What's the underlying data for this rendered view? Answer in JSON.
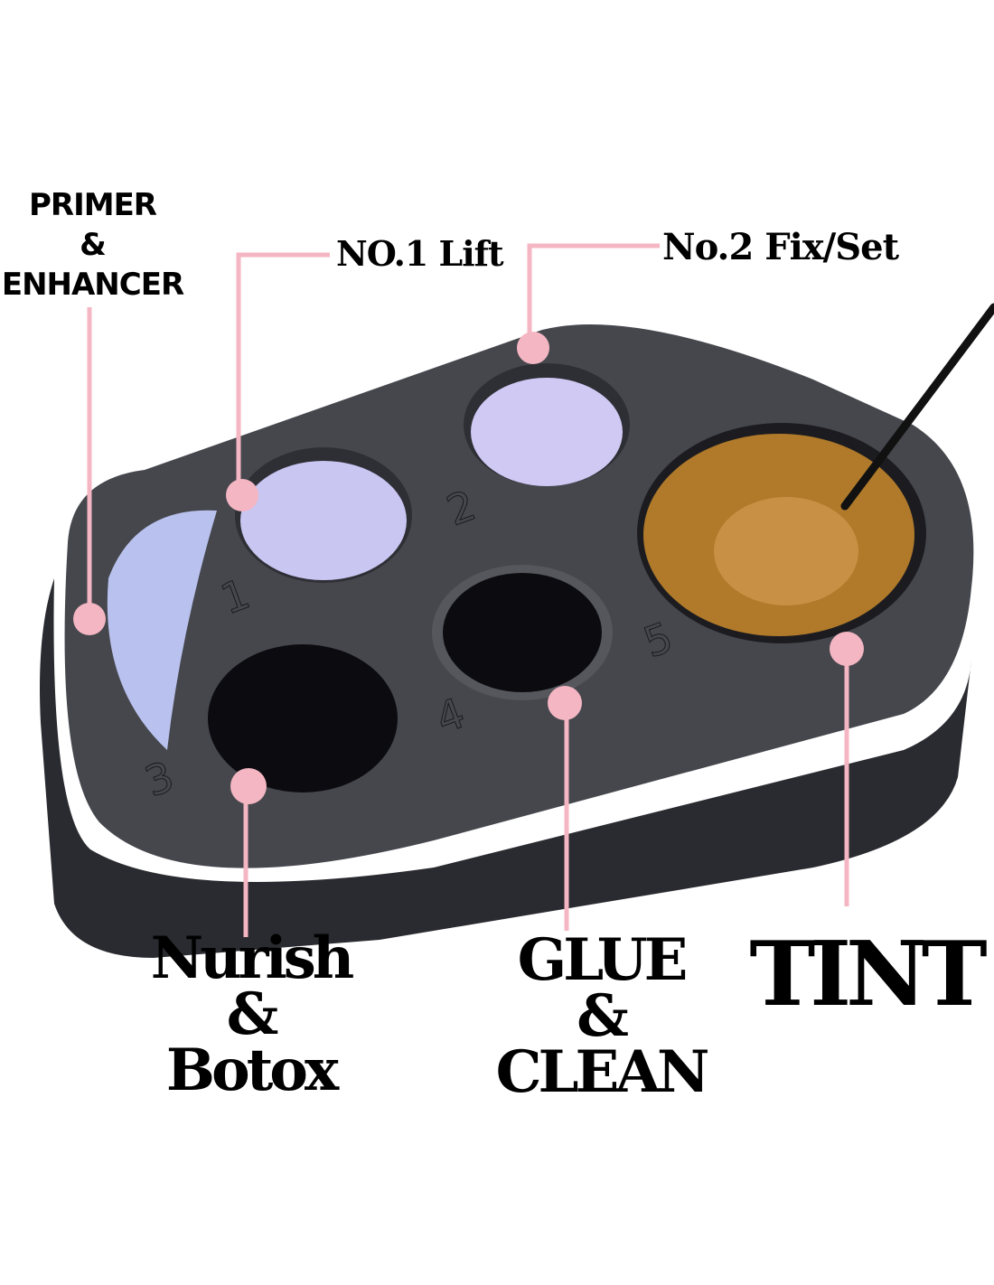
{
  "labels": {
    "primer": [
      "PRIMER",
      "&",
      "ENHANCER"
    ],
    "lift": "NO.1 Lift",
    "fix": "No.2 Fix/Set",
    "nurish": [
      "Nurish",
      "&",
      "Botox"
    ],
    "glue": [
      "GLUE",
      "&",
      "CLEAN"
    ],
    "tint": "TINT"
  },
  "well_numbers": [
    "1",
    "2",
    "3",
    "4",
    "5"
  ],
  "colors": {
    "leader": "#f4b6c2",
    "palette": "#3d3f44",
    "palette_side": "#2a2b30",
    "gel_lilac": "#c9c6f2",
    "gel_black": "#0c0c10",
    "tint_amber": "#b07a2a"
  }
}
